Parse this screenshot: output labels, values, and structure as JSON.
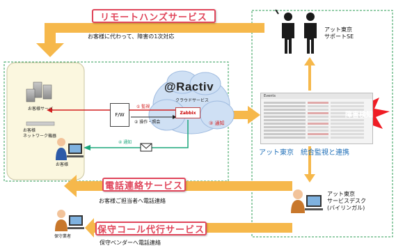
{
  "banners": {
    "remote_hands": "リモートハンズサービス",
    "phone_contact": "電話連絡サービス",
    "maintenance_call": "保守コール代行サービス"
  },
  "notes": {
    "remote_hands": "お客様に代わって、障害の1次対応",
    "phone_contact": "お客様ご担当者へ電話連絡",
    "maintenance_call": "保守ベンダーへ電話連絡"
  },
  "customer_site": {
    "server_label": "お客様サーバ",
    "network_label_1": "お客様",
    "network_label_2": "ネットワーク機器",
    "person_label": "お客様"
  },
  "cloud": {
    "logo": "@Ractiv",
    "subtitle": "クラウドサービス",
    "zabbix": "Zabbix"
  },
  "flow": {
    "fw": "F/W",
    "monitor": "① 監視",
    "operate": "② 操作・照会",
    "notify_right": "③ 通知",
    "notify_left": "④ 通知"
  },
  "at_tokyo": {
    "support_se_1": "アット東京",
    "support_se_2": "サポートSE",
    "panel_title": "Events",
    "caption": "アット東京　統合監視と連携",
    "desk_1": "アット東京",
    "desk_2": "サービスデスク",
    "desk_3": "(バイリンガル)"
  },
  "alert": "障害検知",
  "vendor": "保守業者",
  "colors": {
    "banner_red": "#e0455a",
    "arrow_orange": "#f6b84b",
    "dashed_green": "#2e9e55",
    "monitor_red": "#d41f1f",
    "notify_green": "#1aa67a",
    "cloud_blue": "#cfe0f4",
    "burst_red": "#ef1d25",
    "caption_blue": "#1f6fb8"
  },
  "icons": [
    "server-icon",
    "network-device-icon",
    "firewall-box",
    "envelope-icon",
    "person-at-pc-icon",
    "engineer-silhouette-icon",
    "explosion-burst"
  ]
}
